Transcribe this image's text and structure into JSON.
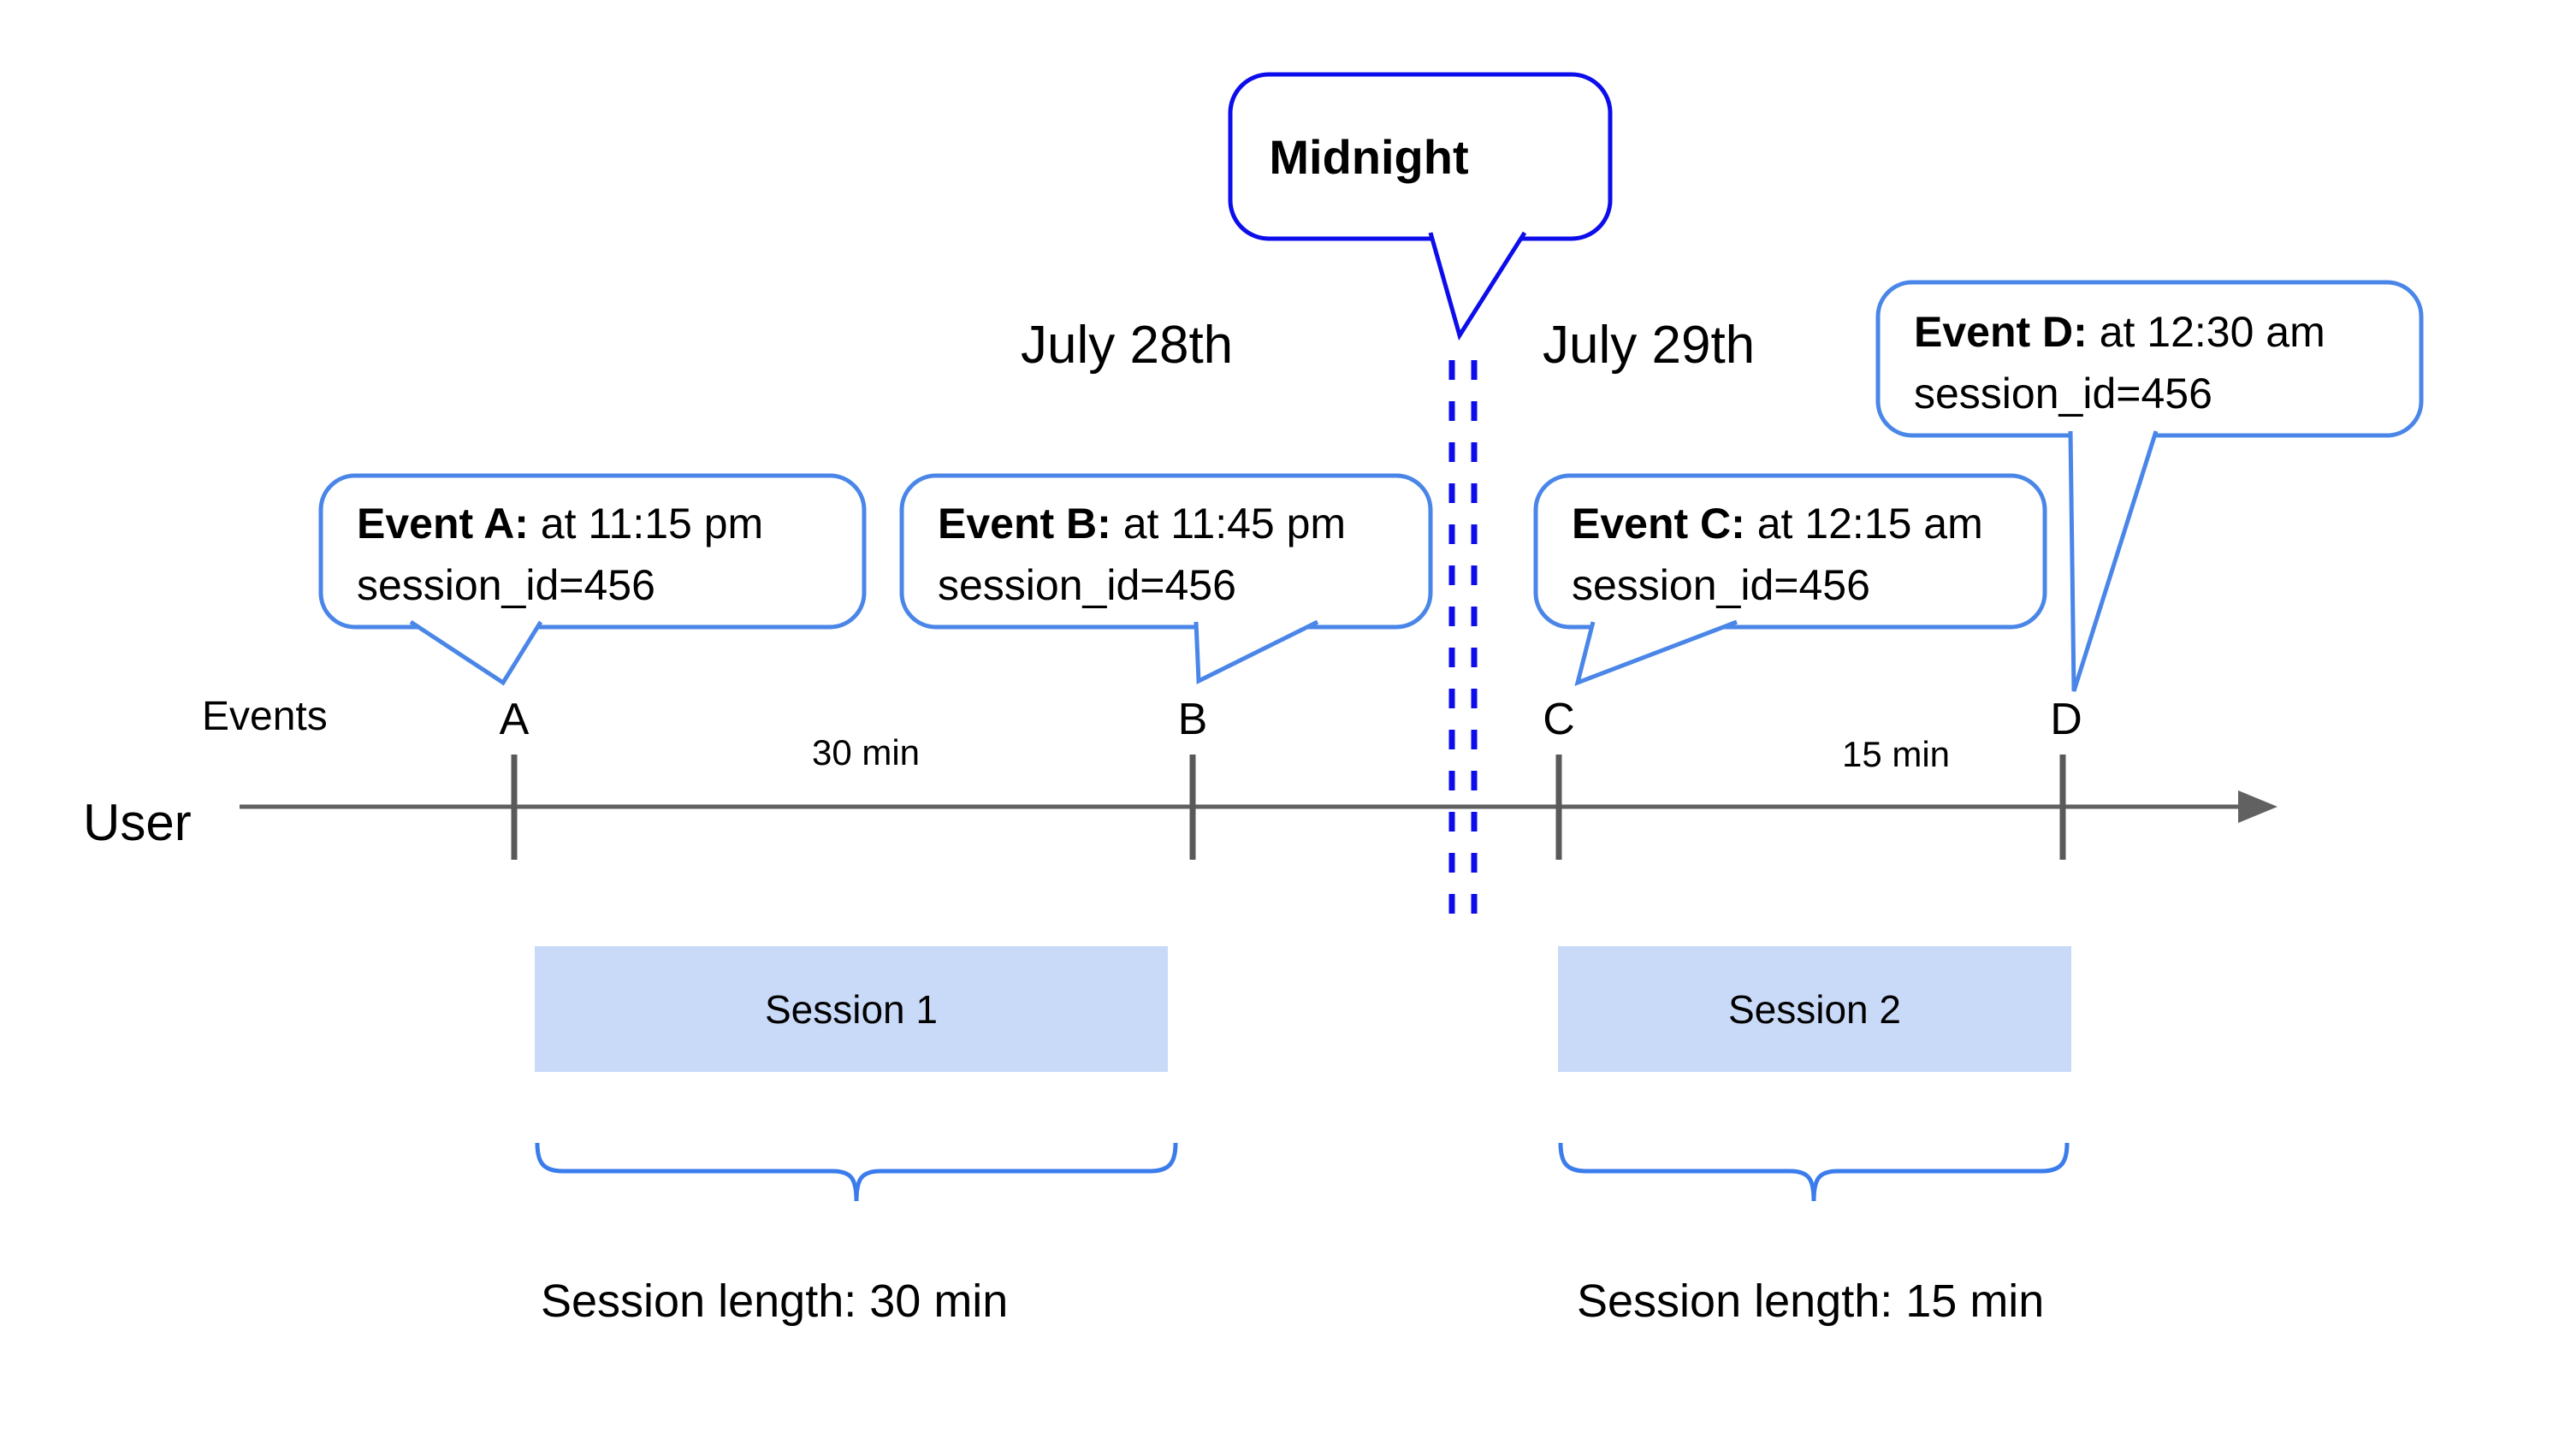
{
  "diagram": {
    "midnight_label": "Midnight",
    "dates": {
      "left": "July 28th",
      "right": "July 29th"
    },
    "events_axis_label": "Events",
    "user_label": "User",
    "event_marks": [
      "A",
      "B",
      "C",
      "D"
    ],
    "gaps": [
      {
        "label": "30 min"
      },
      {
        "label": "15 min"
      }
    ],
    "callouts": [
      {
        "title": "Event A:",
        "time": " at 11:15 pm",
        "session": "session_id=456"
      },
      {
        "title": "Event B:",
        "time": " at 11:45 pm",
        "session": "session_id=456"
      },
      {
        "title": "Event C:",
        "time": " at 12:15 am",
        "session": "session_id=456"
      },
      {
        "title": "Event D:",
        "time": " at 12:30 am",
        "session": "session_id=456"
      }
    ],
    "sessions": [
      {
        "label": "Session 1",
        "length": "Session length: 30 min"
      },
      {
        "label": "Session 2",
        "length": "Session length: 15 min"
      }
    ],
    "colors": {
      "callout_border": "#4a86e8",
      "midnight_blue": "#0d0deb",
      "brace_blue": "#3b7cec",
      "timeline_gray": "#616161",
      "session_fill": "#c9daf8"
    }
  }
}
